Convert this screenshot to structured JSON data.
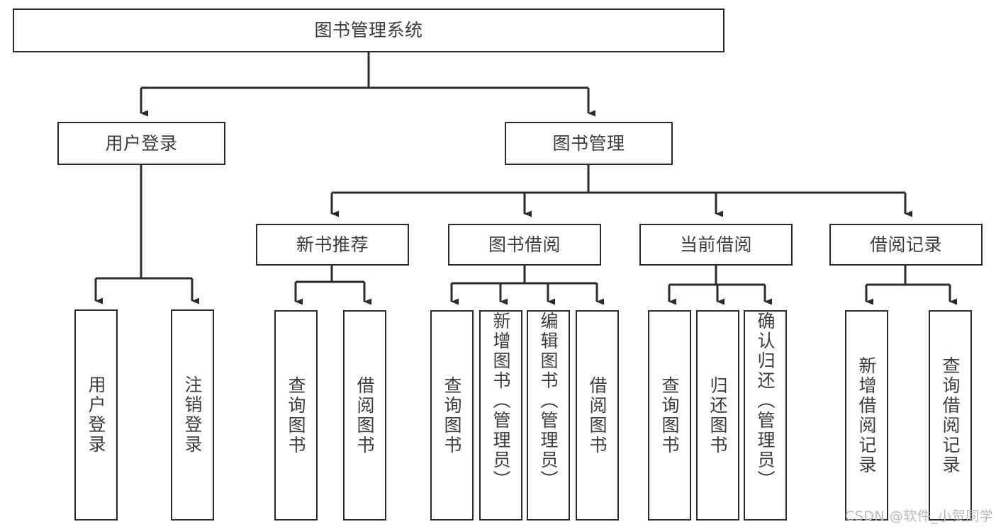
{
  "diagram": {
    "title": "图书管理系统",
    "type": "hierarchy-tree",
    "watermark": "CSDN @软件_小贺同学",
    "colors": {
      "box_border": "#2b2b2b",
      "box_fill": "#ffffff",
      "text": "#3d3d3d",
      "edge": "#2b2b2b",
      "watermark": "#b9b9b9",
      "background": "#ffffff"
    },
    "nodes": {
      "root": {
        "label": "图书管理系统",
        "level": 0
      },
      "user_login": {
        "label": "用户登录",
        "level": 1
      },
      "book_manage": {
        "label": "图书管理",
        "level": 1
      },
      "new_book_rec": {
        "label": "新书推荐",
        "level": 2
      },
      "book_borrow": {
        "label": "图书借阅",
        "level": 2
      },
      "current_borrow": {
        "label": "当前借阅",
        "level": 2
      },
      "borrow_record": {
        "label": "借阅记录",
        "level": 2
      },
      "leaf_user_login": {
        "label": "用户登录",
        "level": 2
      },
      "leaf_user_logout": {
        "label": "注销登录",
        "level": 2
      },
      "leaf_query_book_1": {
        "label": "查询图书",
        "level": 3
      },
      "leaf_borrow_book_1": {
        "label": "借阅图书",
        "level": 3
      },
      "leaf_query_book_2": {
        "label": "查询图书",
        "level": 3
      },
      "leaf_add_book": {
        "label": "新增图书（管理员）",
        "level": 3
      },
      "leaf_edit_book": {
        "label": "编辑图书（管理员）",
        "level": 3
      },
      "leaf_borrow_book_2": {
        "label": "借阅图书",
        "level": 3
      },
      "leaf_query_book_3": {
        "label": "查询图书",
        "level": 3
      },
      "leaf_return_book": {
        "label": "归还图书",
        "level": 3
      },
      "leaf_confirm_return": {
        "label": "确认归还（管理员）",
        "level": 3
      },
      "leaf_add_record": {
        "label": "新增借阅记录",
        "level": 3
      },
      "leaf_query_record": {
        "label": "查询借阅记录",
        "level": 3
      }
    },
    "edges": [
      {
        "from": "root",
        "to": "user_login"
      },
      {
        "from": "root",
        "to": "book_manage"
      },
      {
        "from": "user_login",
        "to": "leaf_user_login"
      },
      {
        "from": "user_login",
        "to": "leaf_user_logout"
      },
      {
        "from": "book_manage",
        "to": "new_book_rec"
      },
      {
        "from": "book_manage",
        "to": "book_borrow"
      },
      {
        "from": "book_manage",
        "to": "current_borrow"
      },
      {
        "from": "book_manage",
        "to": "borrow_record"
      },
      {
        "from": "new_book_rec",
        "to": "leaf_query_book_1"
      },
      {
        "from": "new_book_rec",
        "to": "leaf_borrow_book_1"
      },
      {
        "from": "book_borrow",
        "to": "leaf_query_book_2"
      },
      {
        "from": "book_borrow",
        "to": "leaf_add_book"
      },
      {
        "from": "book_borrow",
        "to": "leaf_edit_book"
      },
      {
        "from": "book_borrow",
        "to": "leaf_borrow_book_2"
      },
      {
        "from": "current_borrow",
        "to": "leaf_query_book_3"
      },
      {
        "from": "current_borrow",
        "to": "leaf_return_book"
      },
      {
        "from": "current_borrow",
        "to": "leaf_confirm_return"
      },
      {
        "from": "borrow_record",
        "to": "leaf_add_record"
      },
      {
        "from": "borrow_record",
        "to": "leaf_query_record"
      }
    ]
  }
}
